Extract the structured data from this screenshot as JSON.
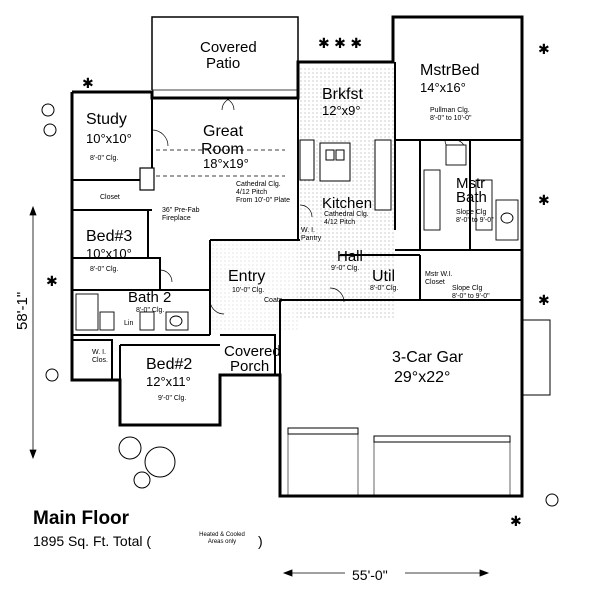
{
  "plan": {
    "rooms": {
      "covered_patio": {
        "name": "Covered\nPatio"
      },
      "study": {
        "name": "Study",
        "size": "10°x10°",
        "note": "8'-0\" Clg."
      },
      "great_room": {
        "name": "Great\nRoom",
        "size": "18°x19°",
        "note": "Cathedral Clg.\n4/12 Pitch\nFrom 10'-0\" Plate"
      },
      "brkfst": {
        "name": "Brkfst",
        "size": "12°x9°"
      },
      "mstr_bed": {
        "name": "MstrBed",
        "size": "14°x16°",
        "note": "Pullman Clg.\n8'-0\" to 10'-0\""
      },
      "mstr_bath": {
        "name": "Mstr\nBath",
        "note": "Slope Clg\n8'-0\" to 9'-0\""
      },
      "kitchen": {
        "name": "Kitchen",
        "note": "Cathedral Clg.\n4/12 Pitch"
      },
      "bed3": {
        "name": "Bed#3",
        "size": "10°x10°",
        "note": "8'-0\" Clg."
      },
      "entry": {
        "name": "Entry",
        "note": "10'-0\" Clg."
      },
      "hall": {
        "name": "Hall",
        "note": "9'-0\" Clg."
      },
      "util": {
        "name": "Util",
        "note": "8'-0\" Clg."
      },
      "bath2": {
        "name": "Bath 2",
        "note": "8'-0\" Clg."
      },
      "bed2": {
        "name": "Bed#2",
        "size": "12°x11°",
        "note": "9'-0\" Clg."
      },
      "covered_porch": {
        "name": "Covered\nPorch"
      },
      "garage": {
        "name": "3-Car Gar",
        "size": "29°x22°"
      },
      "mstr_wi_closet": {
        "name": "Mstr W.I.\nCloset",
        "note": "Slope Clg\n8'-0\" to 9'-0\""
      }
    },
    "labels": {
      "closet": "Closet",
      "fireplace": "36\" Pre-Fab\nFireplace",
      "wi_pantry": "W. I.\nPantry",
      "coats": "Coats",
      "lin": "Lin",
      "wi_clos": "W. I.\nClos."
    },
    "footer": {
      "title": "Main Floor",
      "area": "1895 Sq. Ft. Total (",
      "area_note": "Heated & Cooled\nAreas only",
      "area_close": ")"
    },
    "dimensions": {
      "depth": "58'-1\"",
      "width": "55'-0\""
    }
  }
}
